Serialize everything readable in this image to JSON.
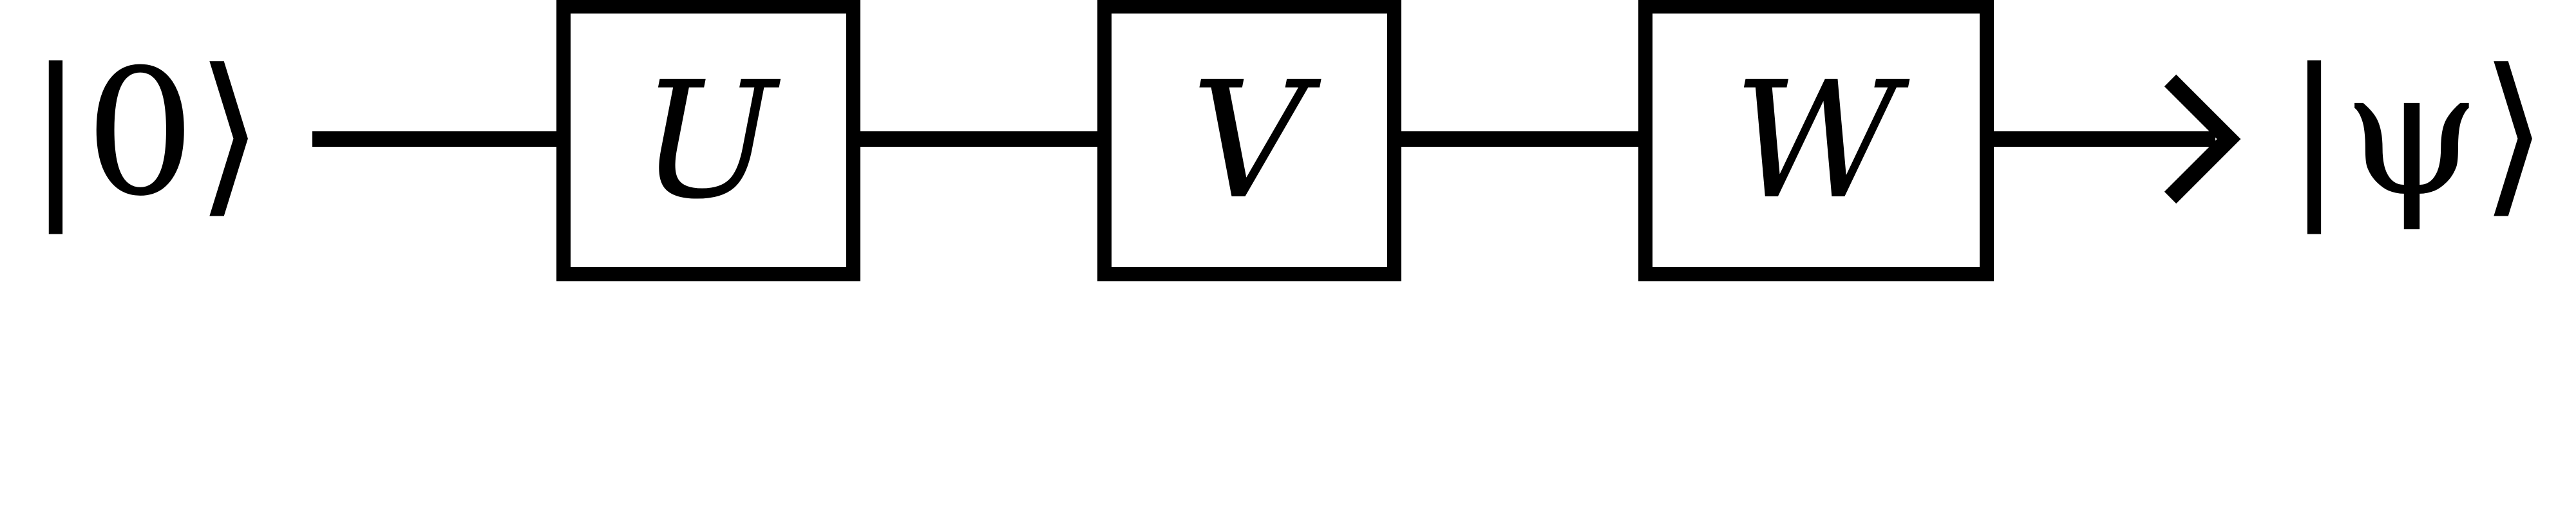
{
  "circuit": {
    "input_state": "|0⟩",
    "output_state": "|ψ⟩",
    "gates": [
      {
        "label": "U"
      },
      {
        "label": "V"
      },
      {
        "label": "W"
      }
    ],
    "colors": {
      "stroke": "#000000",
      "background": "#ffffff"
    }
  }
}
